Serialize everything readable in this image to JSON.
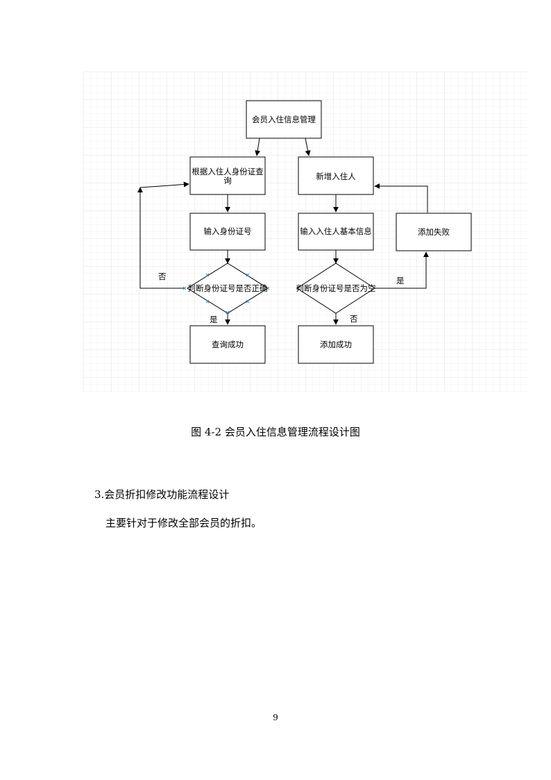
{
  "diagram": {
    "nodes": {
      "root": "会员入住信息管理",
      "query_line1": "根据入住人身份证查",
      "query_line2": "询",
      "input_id": "输入身份证号",
      "check_id": "判断身份证号是否正确",
      "query_success": "查询成功",
      "add_resident": "新增入住人",
      "input_info": "输入入住人基本信息",
      "check_empty": "判断身份证号是否为空",
      "add_success": "添加成功",
      "add_fail": "添加失败"
    },
    "edge_labels": {
      "no_left": "否",
      "yes_left": "是",
      "yes_right": "是",
      "no_right": "否"
    }
  },
  "caption": "图 4-2 会员入住信息管理流程设计图",
  "section_heading": "3.会员折扣修改功能流程设计",
  "body_text": "主要针对于修改全部会员的折扣。",
  "page_number": "9"
}
